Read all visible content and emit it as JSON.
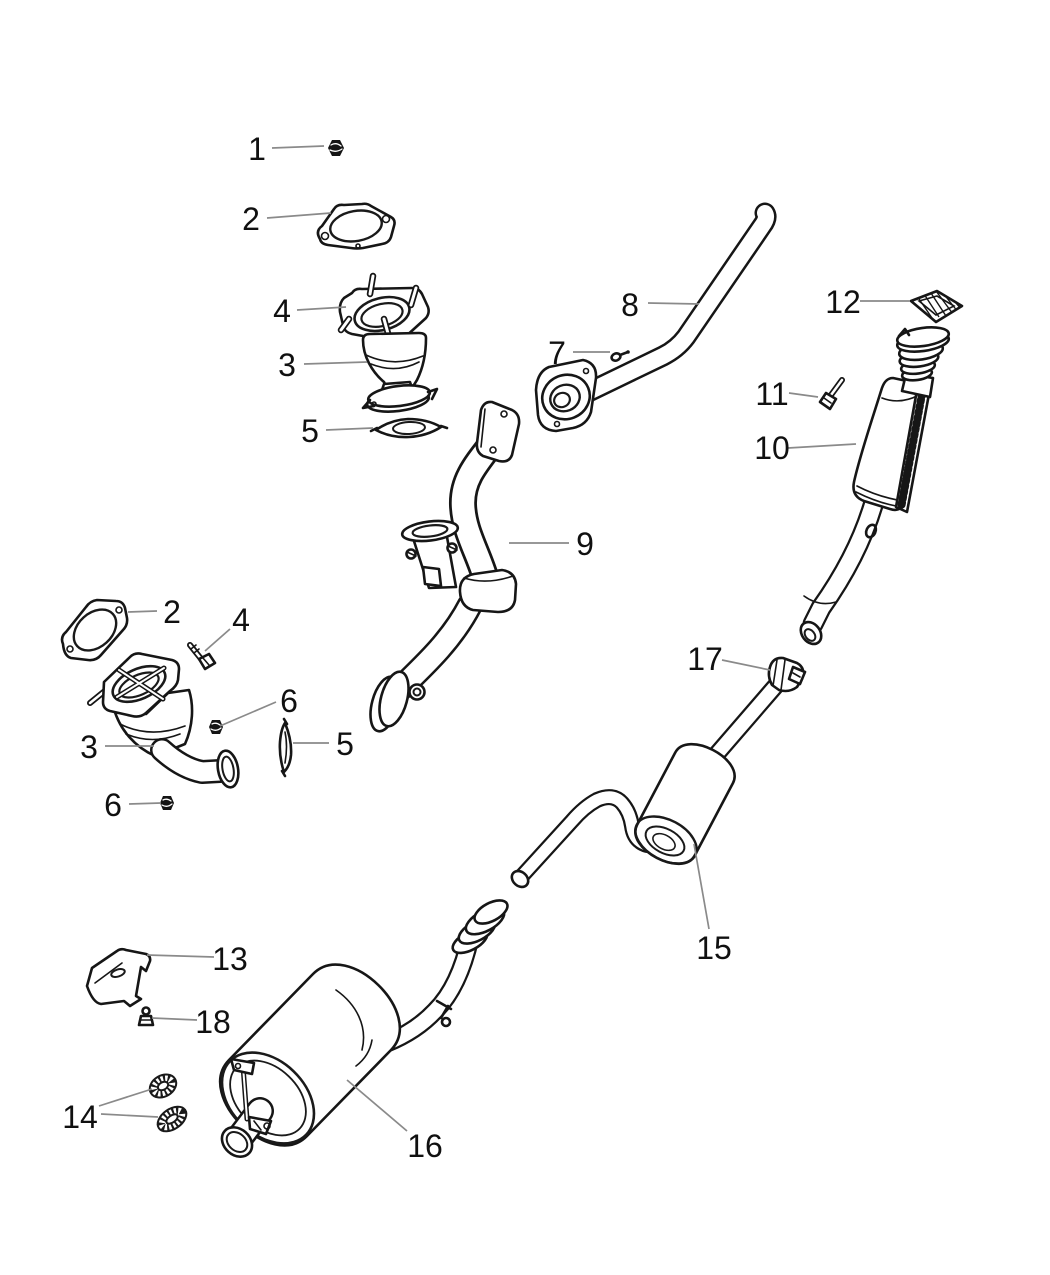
{
  "diagram": {
    "background_color": "#ffffff",
    "line_color": "#161616",
    "leader_color": "#8a8a8a",
    "label_color": "#101010",
    "callouts": [
      {
        "label": "1"
      },
      {
        "label": "2"
      },
      {
        "label": "4"
      },
      {
        "label": "3"
      },
      {
        "label": "5"
      },
      {
        "label": "7"
      },
      {
        "label": "8"
      },
      {
        "label": "12"
      },
      {
        "label": "11"
      },
      {
        "label": "10"
      },
      {
        "label": "9"
      },
      {
        "label": "2"
      },
      {
        "label": "4"
      },
      {
        "label": "6"
      },
      {
        "label": "3"
      },
      {
        "label": "5"
      },
      {
        "label": "6"
      },
      {
        "label": "17"
      },
      {
        "label": "15"
      },
      {
        "label": "13"
      },
      {
        "label": "18"
      },
      {
        "label": "14"
      },
      {
        "label": "16"
      }
    ]
  }
}
